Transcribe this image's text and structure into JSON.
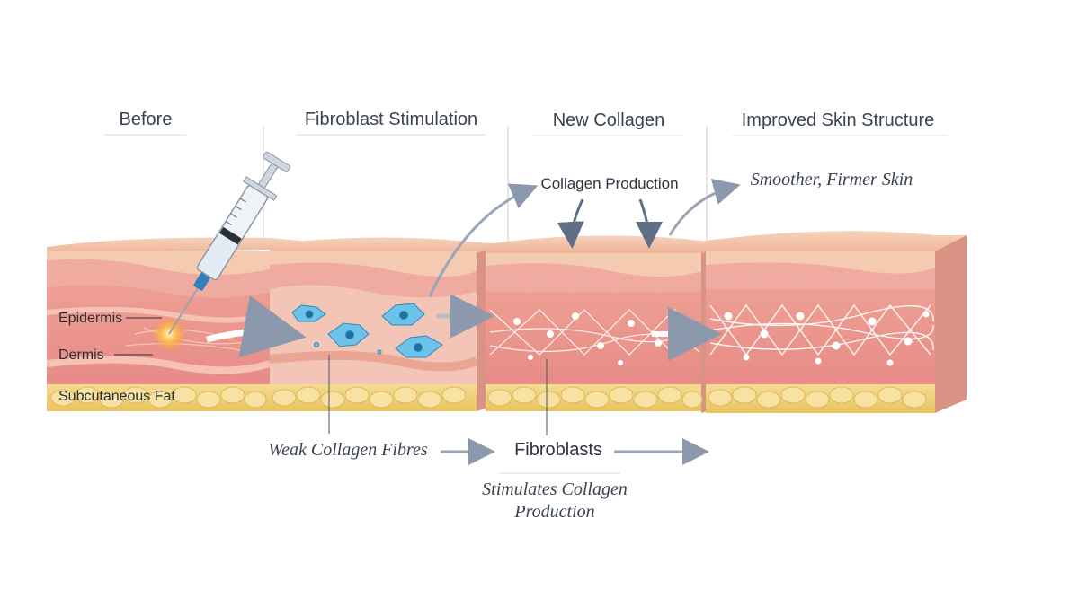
{
  "steps": [
    {
      "title": "Before"
    },
    {
      "title": "Fibroblast Stimulation"
    },
    {
      "title": "New Collagen"
    },
    {
      "title": "Improved Skin Structure"
    }
  ],
  "layers": {
    "epidermis": "Epidermis",
    "dermis": "Dermis",
    "fat": "Subcutaneous Fat"
  },
  "annotations": {
    "collagen_production": "Collagen Production",
    "outcome": "Smoother, Firmer Skin",
    "weak_fibres": "Weak Collagen Fibres",
    "fibroblasts": "Fibroblasts",
    "stimulates_line1": "Stimulates Collagen",
    "stimulates_line2": "Production"
  },
  "colors": {
    "skin_top": "#f2c3a7",
    "epidermis": "#f1b3a4",
    "dermis": "#e7978f",
    "fat": "#f3d98a",
    "fibroblast": "#66bfe6",
    "arrow": "#8895a8"
  }
}
